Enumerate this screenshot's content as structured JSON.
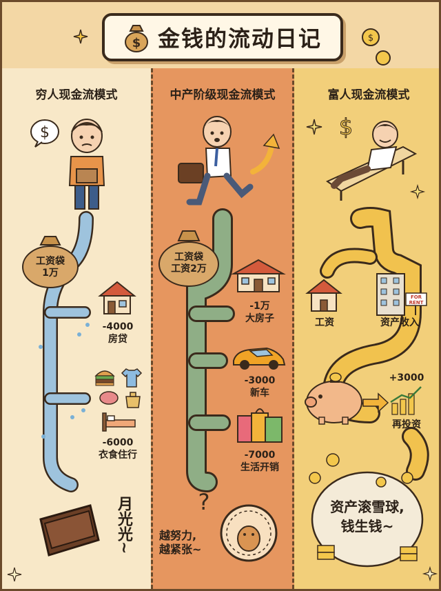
{
  "title": "金钱的流动日记",
  "poor": {
    "heading": "穷人现金流模式",
    "bag_line1": "工资袋",
    "bag_line2": "1万",
    "cost1_amount": "-4000",
    "cost1_name": "房贷",
    "cost2_amount": "-6000",
    "cost2_name": "衣食住行",
    "ending": "月光光~"
  },
  "middle": {
    "heading": "中产阶级现金流模式",
    "bag_line1": "工资袋",
    "bag_line2": "工资2万",
    "cost1_amount": "-1万",
    "cost1_name": "大房子",
    "cost2_amount": "-3000",
    "cost2_name": "新车",
    "cost3_amount": "-7000",
    "cost3_name": "生活开销",
    "ending_line1": "越努力,",
    "ending_line2": "越紧张~"
  },
  "rich": {
    "heading": "富人现金流模式",
    "source1": "工资",
    "source2": "资产收入",
    "rent_sign": "FOR RENT",
    "gain": "+3000",
    "reinvest": "再投资",
    "ending_line1": "资产滚雪球,",
    "ending_line2": "钱生钱~"
  },
  "colors": {
    "poor_bg": "#f8e8c8",
    "middle_bg": "#e6965f",
    "rich_bg": "#f2cf7a",
    "poor_pipe": "#9ec3dd",
    "middle_pipe": "#8fae86",
    "rich_pipe": "#f1c24e"
  },
  "icons": [
    "money-bag-icon",
    "dollar-icon",
    "house-icon",
    "car-icon",
    "shopping-bags-icon",
    "wallet-icon",
    "piggy-bank-icon",
    "coin-icon",
    "sparkle-icon",
    "hamster-wheel-icon",
    "chart-icon",
    "building-icon",
    "food-icon",
    "bed-icon",
    "shirt-icon"
  ]
}
